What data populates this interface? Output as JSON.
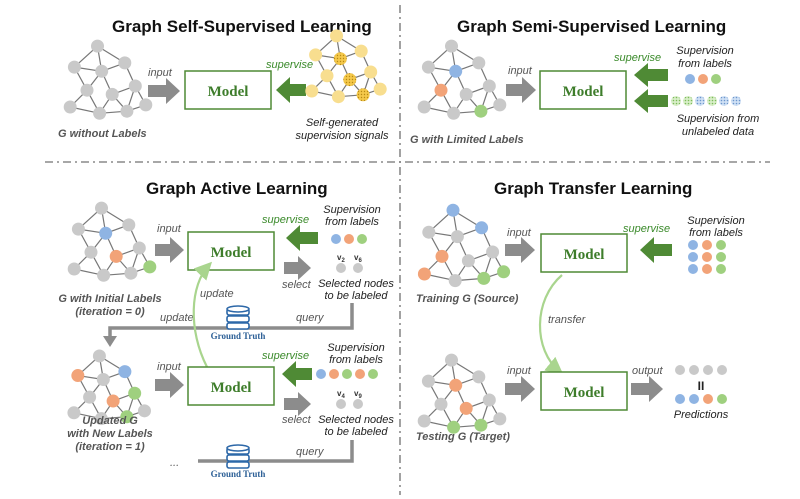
{
  "colors": {
    "model_green": "#4f8a35",
    "arrow_gray": "#8c8c8c",
    "node_gray": "#c9c9c9",
    "node_blue": "#8fb4e3",
    "node_orange": "#f2a378",
    "node_green": "#9fd07f",
    "node_yellow": "#f8de8f",
    "db_blue": "#2d68a8"
  },
  "panels": {
    "self_supervised": {
      "title": "Graph Self-Supervised Learning",
      "input_label": "input",
      "supervise_label": "supervise",
      "model_label": "Model",
      "graph_caption": "G without Labels",
      "signals_caption": [
        "Self-generated",
        "supervision signals"
      ]
    },
    "semi_supervised": {
      "title": "Graph Semi-Supervised Learning",
      "input_label": "input",
      "supervise_label": "supervise",
      "model_label": "Model",
      "graph_caption": "G with Limited Labels",
      "labels_caption": [
        "Supervision",
        "from labels"
      ],
      "unlabeled_caption": [
        "Supervision from",
        "unlabeled data"
      ]
    },
    "active": {
      "title": "Graph Active Learning",
      "input_label": "input",
      "supervise_label": "supervise",
      "model_label": "Model",
      "select_label": "select",
      "update_label": "update",
      "query_label": "query",
      "update_arrow_label": "update",
      "ground_truth": "Ground Truth",
      "labels_caption": [
        "Supervision",
        "from labels"
      ],
      "selected_caption": [
        "Selected nodes",
        "to be labeled"
      ],
      "graph1_caption": [
        "G with Initial Labels",
        "(iteration = 0)"
      ],
      "graph2_caption": [
        "Updated G",
        "with New Labels",
        "(iteration = 1)"
      ],
      "ellipsis": "...",
      "v_labels_1": [
        "v",
        "2",
        "v",
        "6"
      ],
      "v_labels_2": [
        "v",
        "4",
        "v",
        "9"
      ]
    },
    "transfer": {
      "title": "Graph Transfer Learning",
      "input_label": "input",
      "supervise_label": "supervise",
      "model_label": "Model",
      "transfer_label": "transfer",
      "output_label": "output",
      "labels_caption": [
        "Supervision",
        "from labels"
      ],
      "source_caption": "Training G (Source)",
      "target_caption": "Testing G (Target)",
      "predictions_caption": "Predictions",
      "equals_sign": "II"
    }
  }
}
